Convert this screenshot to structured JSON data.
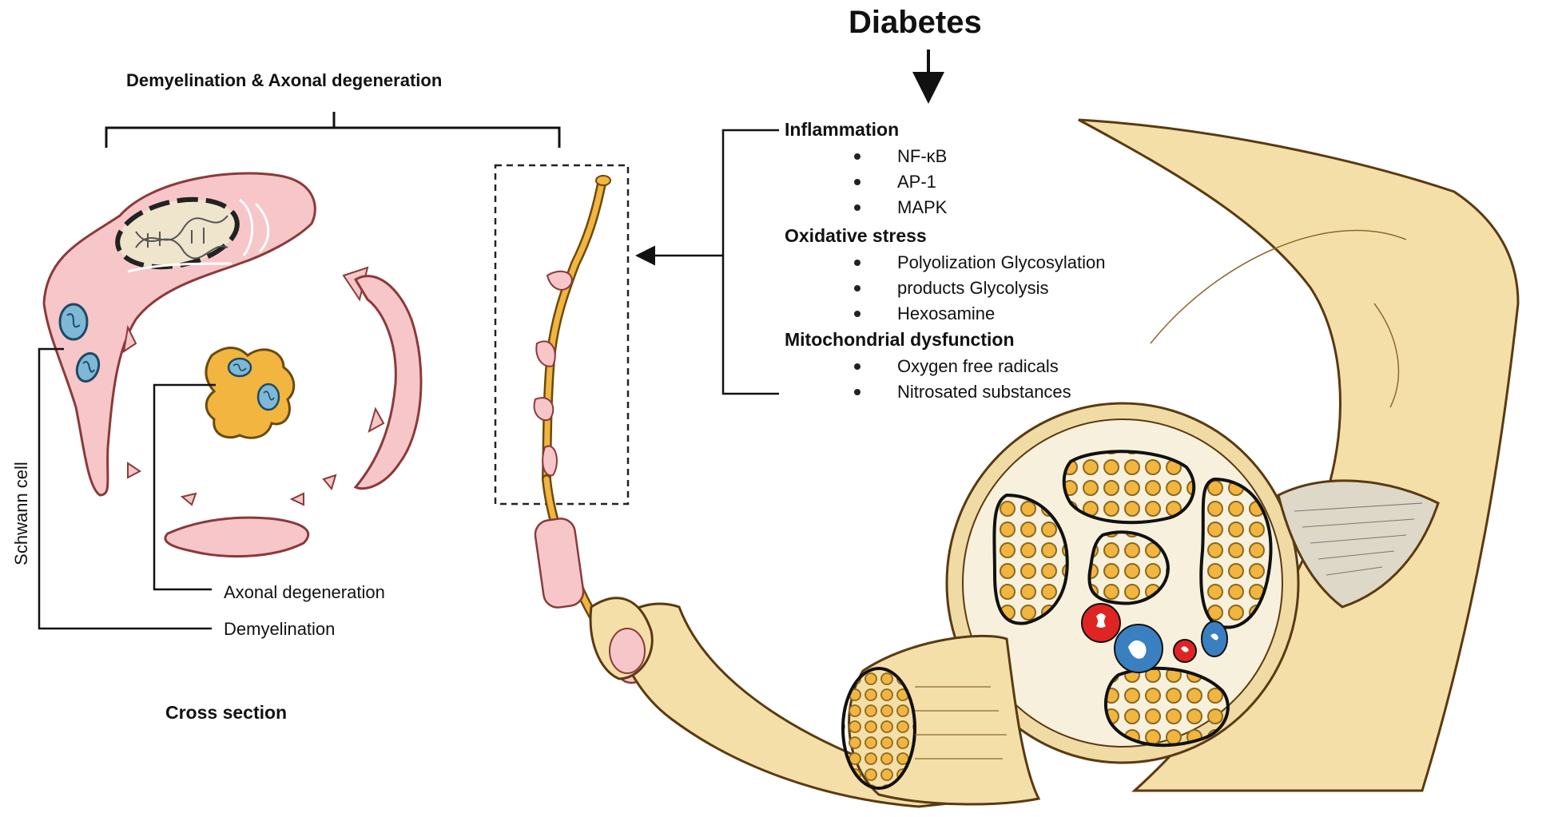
{
  "title": "Diabetes",
  "header_left": "Demyelination & Axonal degeneration",
  "mechanisms": [
    {
      "heading": "Inflammation",
      "items": [
        "NF-κB",
        "AP-1",
        "MAPK"
      ]
    },
    {
      "heading": "Oxidative stress",
      "items": [
        "Polyolization Glycosylation",
        "products Glycolysis",
        "Hexosamine"
      ]
    },
    {
      "heading": "Mitochondrial dysfunction",
      "items": [
        "Oxygen free radicals",
        "Nitrosated substances"
      ]
    }
  ],
  "labels": {
    "schwann_cell": "Schwann cell",
    "axonal_degeneration": "Axonal degeneration",
    "demyelination": "Demyelination",
    "cross_section": "Cross section"
  },
  "colors": {
    "schwann_pink": "#f7c6c8",
    "axon_orange": "#f2b53f",
    "nerve_beige": "#f5dfa9",
    "mitochondria_blue": "#7fb8d6",
    "artery_red": "#e02424",
    "vein_blue": "#3a7fc0"
  }
}
